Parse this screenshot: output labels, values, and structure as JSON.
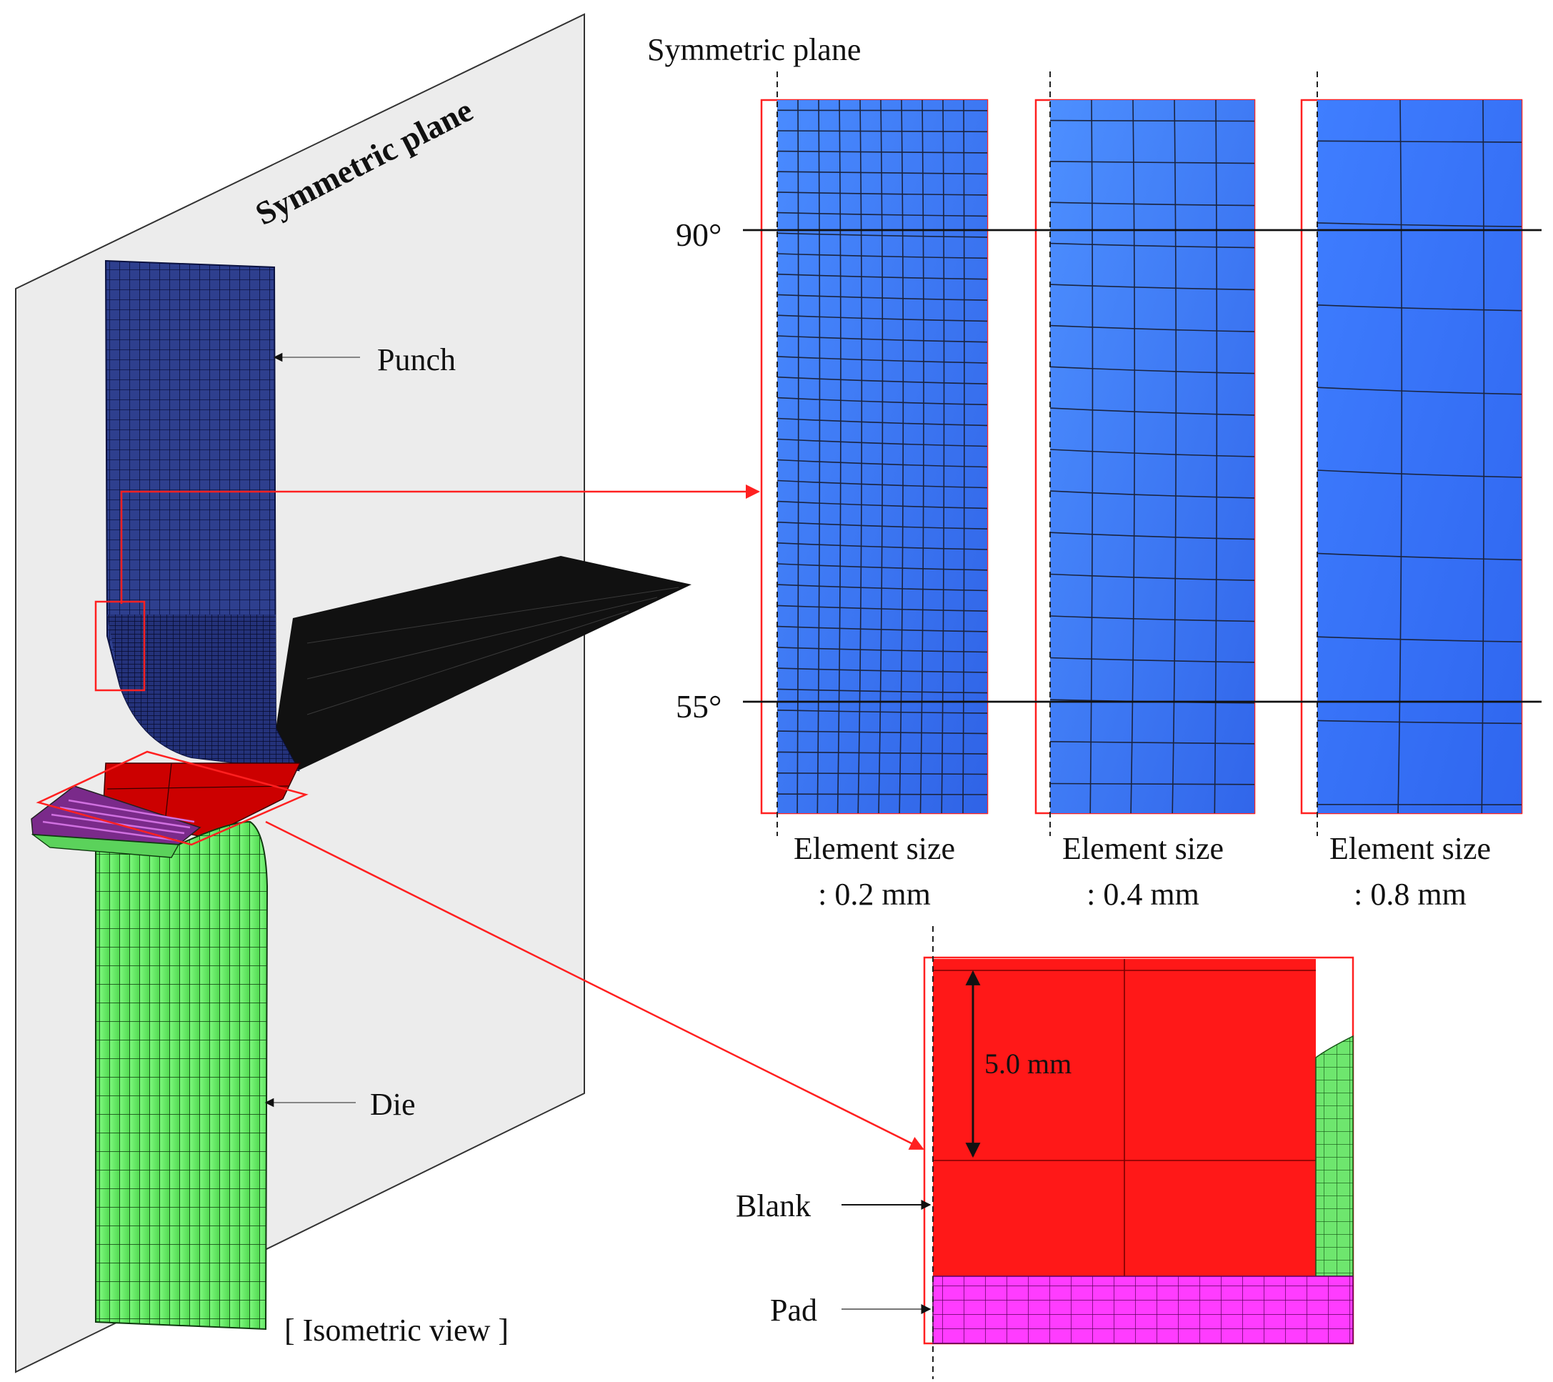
{
  "isometric": {
    "plane_label": "Symmetric plane",
    "punch_label": "Punch",
    "die_label": "Die",
    "view_label": "[ Isometric view ]"
  },
  "detail": {
    "plane_label": "Symmetric plane",
    "angle_top": "90°",
    "angle_bottom": "55°",
    "mesh_panels": [
      {
        "line1": "Element size",
        "line2": ": 0.2 mm",
        "element_size_mm": 0.2
      },
      {
        "line1": "Element size",
        "line2": ": 0.4 mm",
        "element_size_mm": 0.4
      },
      {
        "line1": "Element size",
        "line2": ": 0.8 mm",
        "element_size_mm": 0.8
      }
    ]
  },
  "blank_detail": {
    "dimension_label": "5.0 mm",
    "blank_label": "Blank",
    "pad_label": "Pad"
  },
  "colors": {
    "plane": "#ececec",
    "punch": "#2e3f8e",
    "punch_flange": "#111111",
    "die": "#6ef06e",
    "blank": "#ff1818",
    "pad": "#ff3cff",
    "mesh_blue": "#3a78ff",
    "highlight": "#ff2020"
  }
}
